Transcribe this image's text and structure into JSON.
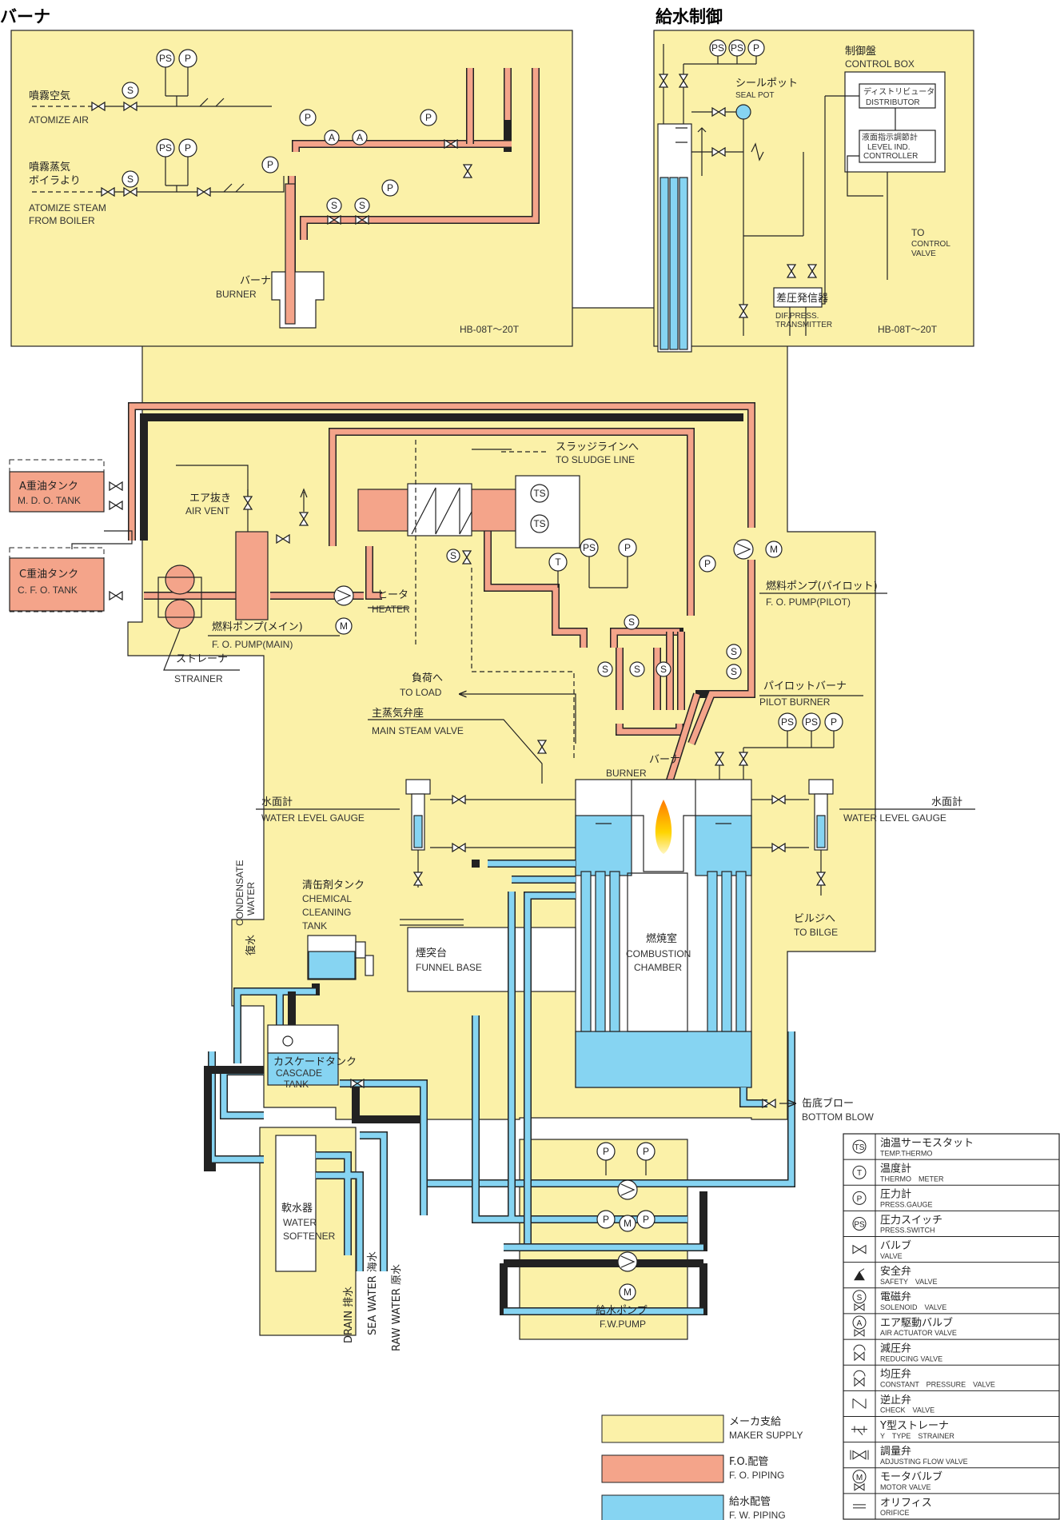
{
  "headers": {
    "burner_section": "バーナ",
    "feedwater_section": "給水制御"
  },
  "burner_panel": {
    "atomize_air_jp": "噴霧空気",
    "atomize_air_en": "ATOMIZE AIR",
    "atomize_steam_jp": "噴霧蒸気",
    "atomize_steam_jp2": "ボイラより",
    "atomize_steam_en": "ATOMIZE STEAM",
    "atomize_steam_en2": "FROM BOILER",
    "burner_jp": "バーナ",
    "burner_en": "BURNER",
    "model": "HB-08T～20T"
  },
  "feedwater_panel": {
    "control_box_jp": "制御盤",
    "control_box_en": "CONTROL BOX",
    "seal_pot_jp": "シールポット",
    "seal_pot_en": "SEAL POT",
    "distributor_jp": "ディストリビュータ",
    "distributor_en": "DISTRIBUTOR",
    "controller_jp": "液面指示調節計",
    "controller_en1": "LEVEL IND.",
    "controller_en2": "CONTROLLER",
    "to_control_valve1": "TO",
    "to_control_valve2": "CONTROL",
    "to_control_valve3": "VALVE",
    "transmitter_jp": "差圧発信器",
    "transmitter_en1": "DIF.PRESS.",
    "transmitter_en2": "TRANSMITTER",
    "model": "HB-08T～20T"
  },
  "fuel_system": {
    "mdo_tank_jp": "A重油タンク",
    "mdo_tank_en": "M. D. O. TANK",
    "cfo_tank_jp": "C重油タンク",
    "cfo_tank_en": "C. F. O. TANK",
    "air_vent_jp": "エア抜き",
    "air_vent_en": "AIR VENT",
    "sludge_jp": "スラッジラインへ",
    "sludge_en": "TO SLUDGE LINE",
    "heater_jp": "ヒータ",
    "heater_en": "HEATER",
    "fo_pump_main_jp": "燃料ポンプ(メイン)",
    "fo_pump_main_en": "F. O. PUMP(MAIN)",
    "strainer_jp": "ストレーナ",
    "strainer_en": "STRAINER",
    "fo_pump_pilot_jp": "燃料ポンプ(パイロット)",
    "fo_pump_pilot_en": "F. O. PUMP(PILOT)",
    "to_load_jp": "負荷へ",
    "to_load_en": "TO LOAD",
    "main_steam_jp": "主蒸気弁座",
    "main_steam_en": "MAIN STEAM VALVE",
    "pilot_burner_jp": "パイロットバーナ",
    "pilot_burner_en": "PILOT BURNER",
    "burner_jp": "バーナ",
    "burner_en": "BURNER"
  },
  "boiler": {
    "level_gauge_jp": "水面計",
    "level_gauge_en": "WATER LEVEL GAUGE",
    "chamber_jp": "燃焼室",
    "chamber_en1": "COMBUSTION",
    "chamber_en2": "CHAMBER",
    "bilge_jp": "ビルジへ",
    "bilge_en": "TO BILGE",
    "bottom_blow_jp": "缶底ブロー",
    "bottom_blow_en": "BOTTOM BLOW",
    "funnel_jp": "煙突台",
    "funnel_en": "FUNNEL BASE",
    "chem_tank_jp": "清缶剤タンク",
    "chem_tank_en1": "CHEMICAL",
    "chem_tank_en2": "CLEANING",
    "chem_tank_en3": "TANK",
    "condensate_jp": "復水",
    "condensate_en1": "CONDENSATE",
    "condensate_en2": "WATER",
    "cascade_jp": "カスケードタンク",
    "cascade_en1": "CASCADE",
    "cascade_en2": "TANK",
    "softener_jp": "軟水器",
    "softener_en1": "WATER",
    "softener_en2": "SOFTENER",
    "drain_jp": "DRAIN 排水",
    "sea_water_jp": "SEA WATER 海水",
    "raw_water_jp": "RAW WATER 原水",
    "fw_pump_jp": "給水ポンプ",
    "fw_pump_en": "F.W.PUMP"
  },
  "legend_colors": [
    {
      "jp": "メーカ支給",
      "en": "MAKER SUPPLY",
      "color": "#fbf1a8"
    },
    {
      "jp": "F.O.配管",
      "en": "F. O. PIPING",
      "color": "#f4a48a"
    },
    {
      "jp": "給水配管",
      "en": "F. W. PIPING",
      "color": "#86d4f2"
    }
  ],
  "legend_symbols": [
    {
      "sym": "TS",
      "jp": "油温サーモスタット",
      "en": "TEMP.THERMO"
    },
    {
      "sym": "T",
      "jp": "温度計",
      "en": "THERMO　METER"
    },
    {
      "sym": "P",
      "jp": "圧力計",
      "en": "PRESS.GAUGE"
    },
    {
      "sym": "PS",
      "jp": "圧力スイッチ",
      "en": "PRESS.SWITCH"
    },
    {
      "sym": "valve",
      "jp": "バルブ",
      "en": "VALVE"
    },
    {
      "sym": "safety",
      "jp": "安全弁",
      "en": "SAFETY　VALVE"
    },
    {
      "sym": "S",
      "jp": "電磁弁",
      "en": "SOLENOID　VALVE"
    },
    {
      "sym": "A",
      "jp": "エア駆動バルブ",
      "en": "AIR ACTUATOR VALVE"
    },
    {
      "sym": "reducing",
      "jp": "減圧弁",
      "en": "REDUCING VALVE"
    },
    {
      "sym": "constant",
      "jp": "均圧弁",
      "en": "CONSTANT　PRESSURE　VALVE"
    },
    {
      "sym": "check",
      "jp": "逆止弁",
      "en": "CHECK　VALVE"
    },
    {
      "sym": "ystrainer",
      "jp": "Y型ストレーナ",
      "en": "Y　TYPE　STRAINER"
    },
    {
      "sym": "adjust",
      "jp": "調量弁",
      "en": "ADJUSTING FLOW VALVE"
    },
    {
      "sym": "M",
      "jp": "モータバルブ",
      "en": "MOTOR VALVE"
    },
    {
      "sym": "orifice",
      "jp": "オリフィス",
      "en": "ORIFICE"
    }
  ]
}
